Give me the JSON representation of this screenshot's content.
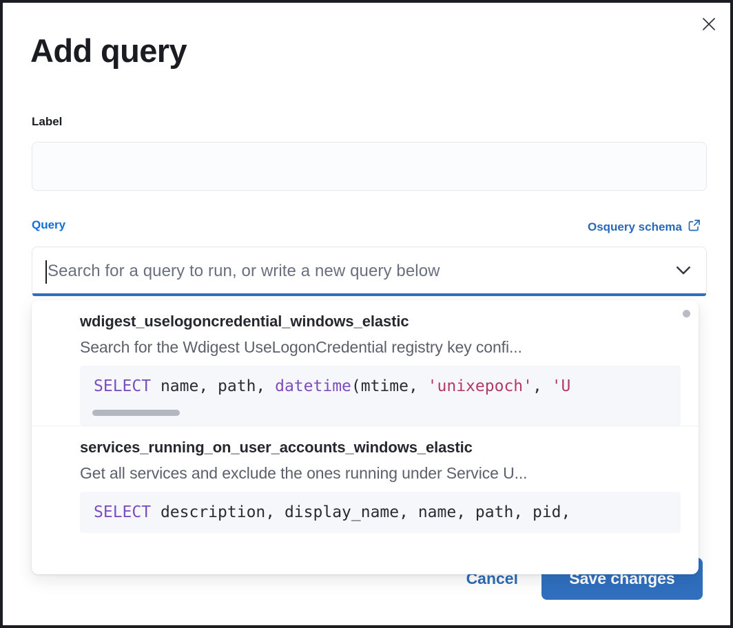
{
  "modal": {
    "title": "Add query",
    "close_icon": "close-icon"
  },
  "label_field": {
    "label": "Label",
    "value": "",
    "placeholder": ""
  },
  "query_field": {
    "label": "Query",
    "schema_link": "Osquery schema",
    "schema_link_icon": "external-link-icon",
    "combobox": {
      "value": "",
      "placeholder": "Search for a query to run, or write a new query below",
      "chevron_icon": "chevron-down-icon"
    }
  },
  "dropdown": {
    "items": [
      {
        "title": "wdigest_uselogoncredential_windows_elastic",
        "description": "Search for the Wdigest UseLogonCredential registry key confi...",
        "code": {
          "keyword": "SELECT",
          "before_fn": " name, path, ",
          "fn": "datetime",
          "after_fn": "(mtime, ",
          "string1": "'unixepoch'",
          "tail": ", ",
          "string2": "'U"
        },
        "has_hscroll": true
      },
      {
        "title": "services_running_on_user_accounts_windows_elastic",
        "description": "Get all services and exclude the ones running under Service U...",
        "code": {
          "keyword": "SELECT",
          "rest": " description, display_name, name, path, pid,"
        },
        "has_hscroll": false
      }
    ]
  },
  "footer": {
    "cancel_label": "Cancel",
    "save_label": "Save changes"
  },
  "colors": {
    "accent_blue": "#2f6fbe",
    "link_blue": "#2868b8",
    "query_label_blue": "#0f6fd6",
    "focus_underline": "#2e70bd",
    "code_keyword": "#7c4dbe",
    "code_string": "#b23a63",
    "code_bg": "#f6f7fb",
    "title_color": "#1a1c21"
  }
}
